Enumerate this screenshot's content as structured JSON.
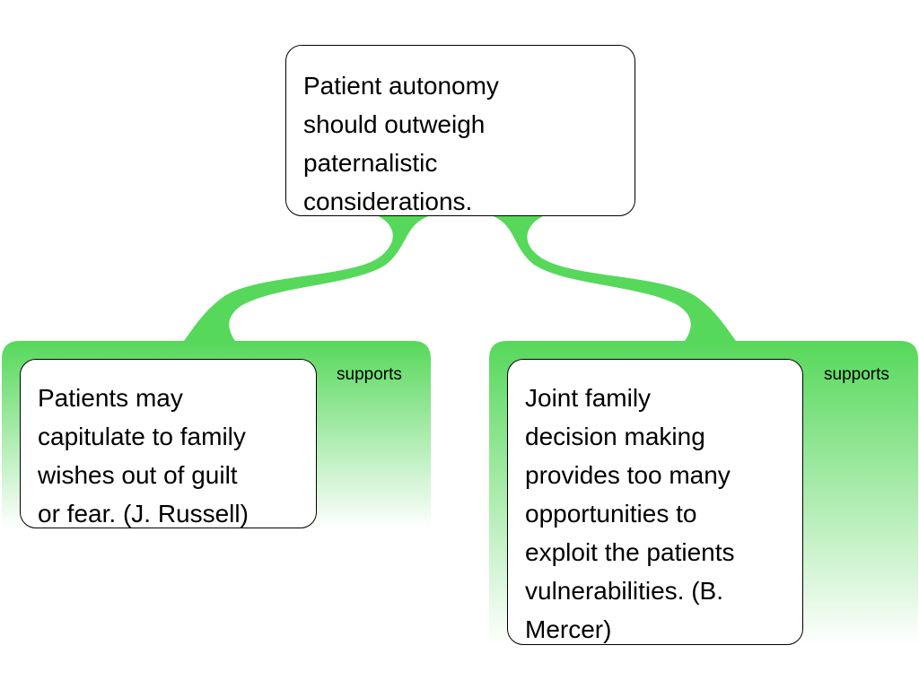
{
  "colors": {
    "connector": "#56d85a",
    "node_border": "#000000",
    "node_fill": "#ffffff"
  },
  "diagram": {
    "claim": {
      "text": "Patient autonomy\nshould outweigh\npaternalistic\nconsiderations."
    },
    "reasons": [
      {
        "text": "Patients may\ncapitulate to family\nwishes out of guilt\nor fear. (J. Russell)",
        "relation": "supports"
      },
      {
        "text": "Joint family\ndecision making\nprovides too many\nopportunities to\nexploit the patients\nvulnerabilities. (B.\nMercer)",
        "relation": "supports"
      }
    ]
  }
}
